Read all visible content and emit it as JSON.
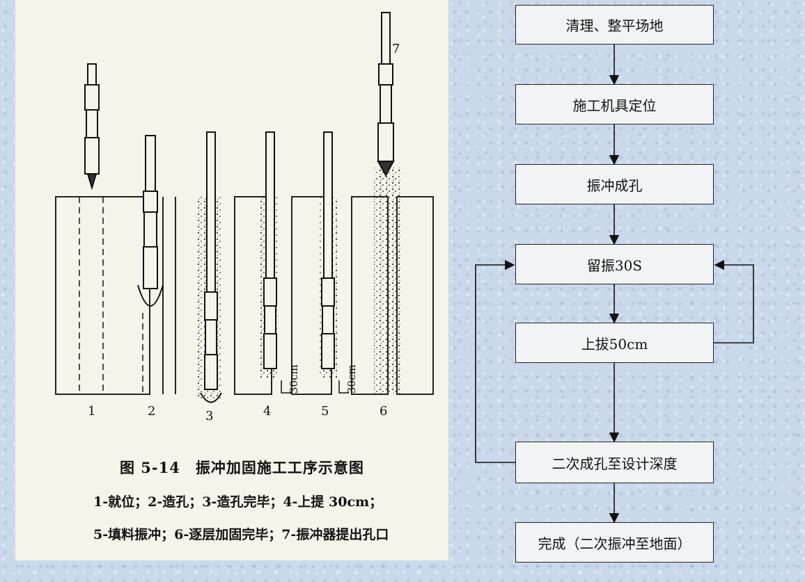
{
  "figure": {
    "title": "图 5-14　振冲加固施工工序示意图",
    "legend_line1": "1-就位；2-造孔；3-造孔完毕；4-上提 30cm；",
    "legend_line2": "5-填料振冲；6-逐层加固完毕；7-振冲器提出孔口",
    "stage_numbers": [
      "1",
      "2",
      "3",
      "4",
      "5",
      "6",
      "7"
    ],
    "depth_label": "30cm"
  },
  "flowchart": {
    "steps": [
      "清理、整平场地",
      "施工机具定位",
      "振冲成孔",
      "留振30S",
      "上拔50cm",
      "二次成孔至设计深度",
      "完成（二次振冲至地面）"
    ],
    "edges": [
      {
        "from": 0,
        "to": 1
      },
      {
        "from": 1,
        "to": 2
      },
      {
        "from": 2,
        "to": 3
      },
      {
        "from": 3,
        "to": 4
      },
      {
        "from": 4,
        "to": 5
      },
      {
        "from": 5,
        "to": 6
      },
      {
        "from": 4,
        "to": 3,
        "kind": "loop-right"
      },
      {
        "from": 5,
        "to": 3,
        "kind": "loop-left"
      }
    ]
  },
  "colors": {
    "background": "#c9d8ea",
    "scan_paper": "#f6f3ea",
    "box_fill": "#f2f3f4",
    "ink": "#111111"
  }
}
